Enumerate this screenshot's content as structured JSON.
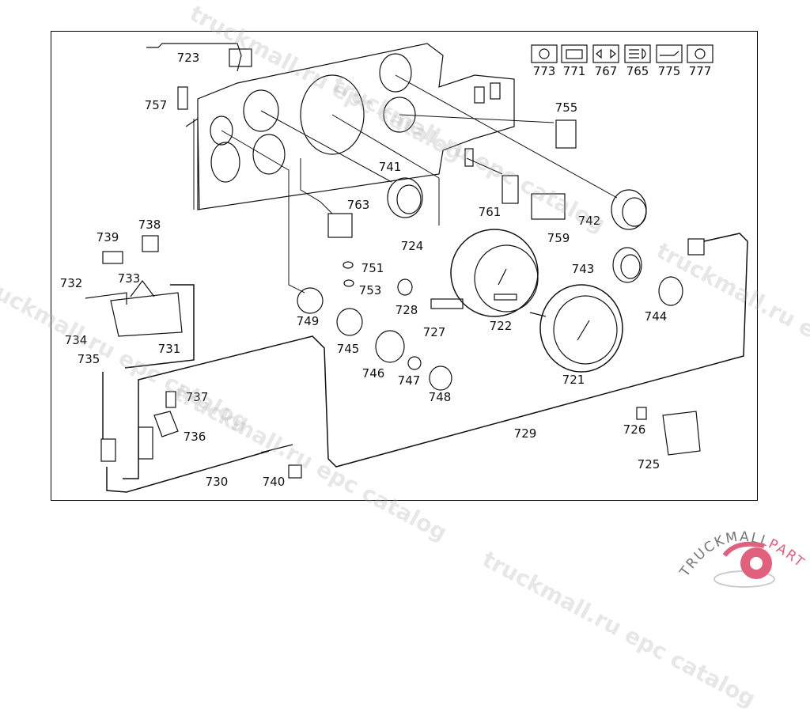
{
  "diagram": {
    "labels": [
      "723",
      "757",
      "741",
      "763",
      "761",
      "742",
      "759",
      "755",
      "773",
      "771",
      "767",
      "765",
      "775",
      "777",
      "739",
      "738",
      "732",
      "733",
      "751",
      "753",
      "724",
      "728",
      "743",
      "744",
      "749",
      "745",
      "727",
      "722",
      "721",
      "734",
      "735",
      "731",
      "746",
      "747",
      "748",
      "737",
      "736",
      "729",
      "726",
      "725",
      "730",
      "740"
    ],
    "indicator_icons": [
      "warning-circle-icon",
      "battery-icon",
      "turn-signal-icon",
      "high-beam-icon",
      "oil-pressure-icon",
      "fan-icon"
    ]
  },
  "watermark": {
    "text": "truckmall.ru epc catalog"
  },
  "logo": {
    "text_main": "TRUCKMALL",
    "text_accent": "PARTS",
    "accent_color": "#e0607e",
    "text_color": "#777777"
  }
}
